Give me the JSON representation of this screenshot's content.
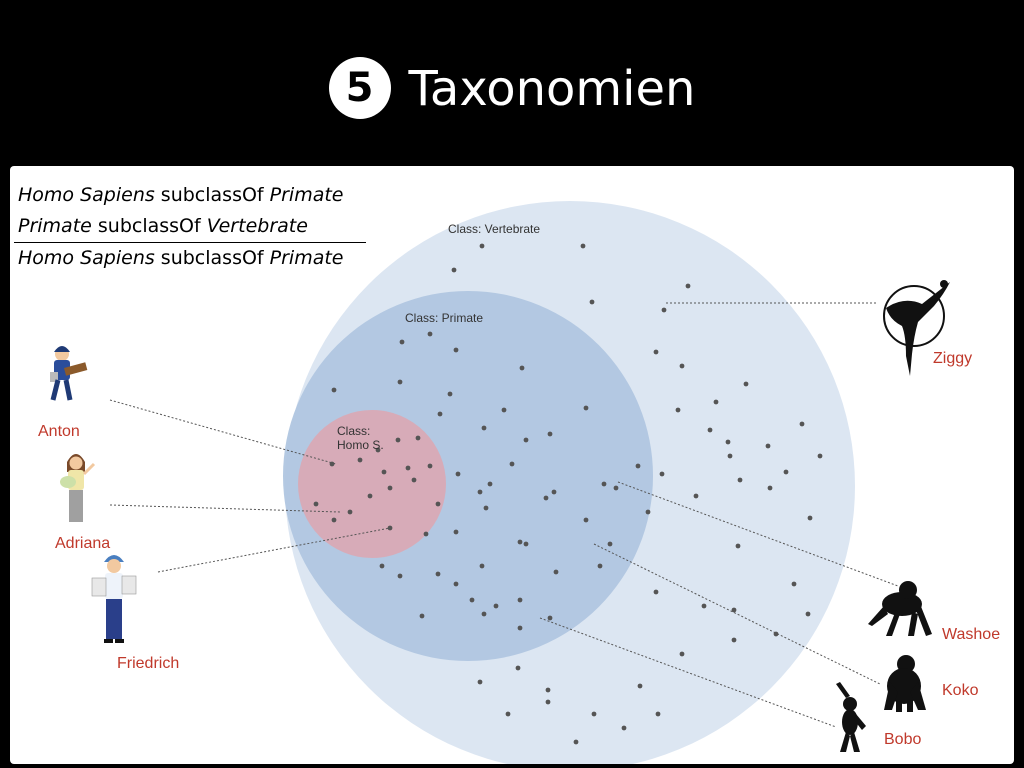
{
  "slide": {
    "number": "5",
    "title": "Taxonomien"
  },
  "rule": {
    "line1": {
      "subject": "Homo Sapiens",
      "relation": " subclassOf ",
      "object": "Primate"
    },
    "line2": {
      "subject": "Primate",
      "relation": " subclassOf ",
      "object": "Vertebrate"
    },
    "line3": {
      "subject": "Homo Sapiens",
      "relation": " subclassOf ",
      "object": "Primate"
    }
  },
  "classes": {
    "vertebrate": "Class: Vertebrate",
    "primate": "Class: Primate",
    "homo_line1": "Class:",
    "homo_line2": "Homo S."
  },
  "individuals": {
    "anton": "Anton",
    "adriana": "Adriana",
    "friedrich": "Friedrich",
    "ziggy": "Ziggy",
    "washoe": "Washoe",
    "koko": "Koko",
    "bobo": "Bobo"
  },
  "colors": {
    "vertebrate_fill": "#dce6f2",
    "primate_fill": "#b0c6e0",
    "homo_fill": "#d9aab5",
    "label_red": "#c0392b"
  },
  "icons": [
    "person-anton-icon",
    "person-adriana-icon",
    "person-friedrich-icon",
    "parrot-icon",
    "chimpanzee-icon",
    "gorilla-icon",
    "bonobo-icon"
  ]
}
